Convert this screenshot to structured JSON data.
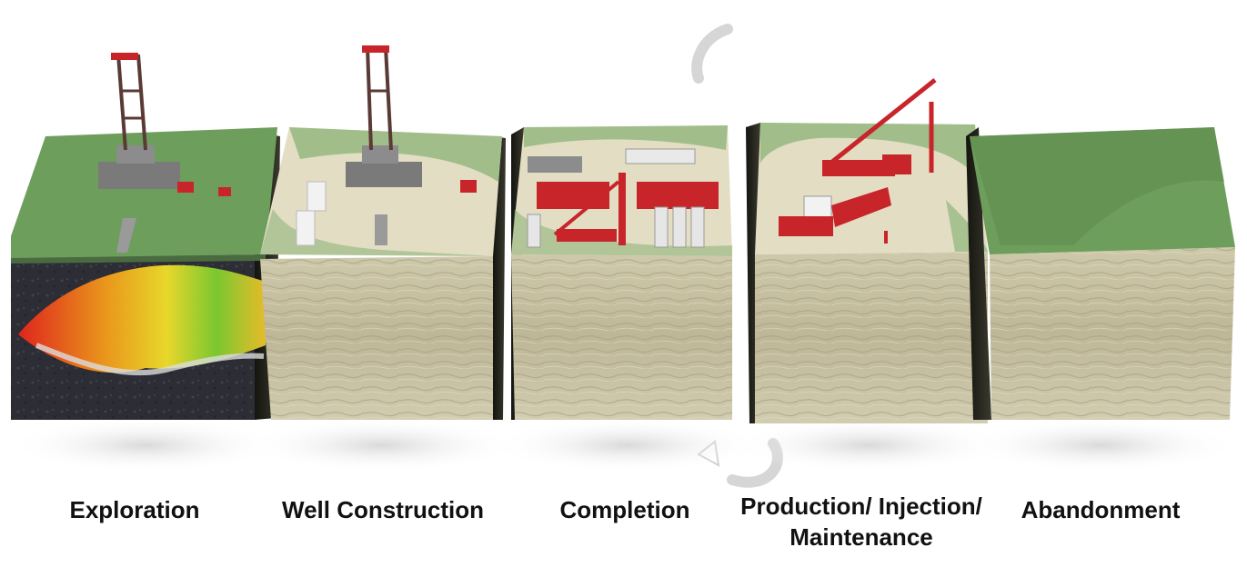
{
  "stages": [
    {
      "id": "exploration",
      "label": "Exploration"
    },
    {
      "id": "well-construction",
      "label": "Well Construction"
    },
    {
      "id": "completion",
      "label": "Completion"
    },
    {
      "id": "production",
      "label": "Production/ Injection/",
      "label2": "Maintenance"
    },
    {
      "id": "abandonment",
      "label": "Abandonment"
    }
  ],
  "colors": {
    "grass": "#6e9e5c",
    "pad": "#e3ddc3",
    "rock_front": "#c3bd9f",
    "rock_side": "#2b2b22",
    "exploration_front": "#2f3038",
    "equipment": "#c8252a"
  }
}
